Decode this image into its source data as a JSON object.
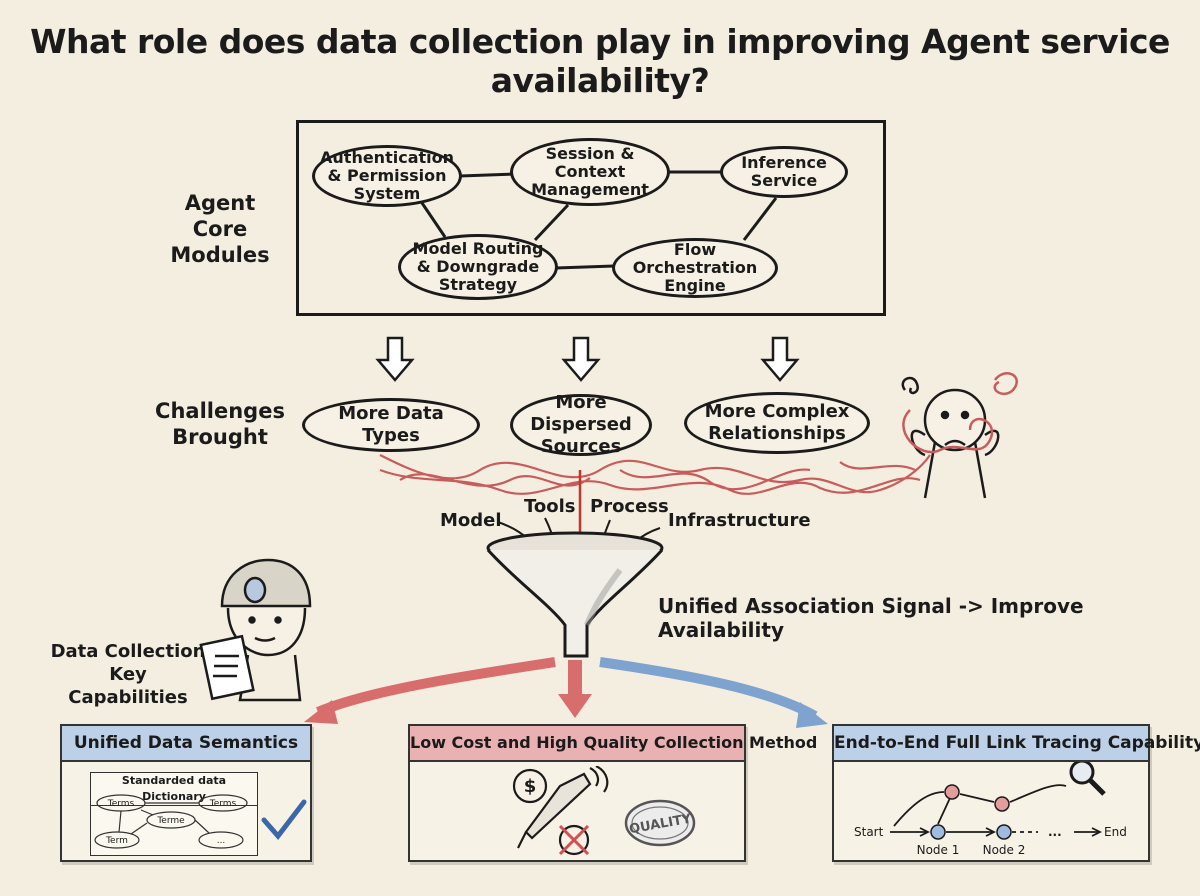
{
  "title": "What role does data collection play in improving Agent service availability?",
  "labels": {
    "core_modules": [
      "Agent",
      "Core Modules"
    ],
    "challenges": [
      "Challenges",
      "Brought"
    ],
    "capabilities": [
      "Data Collection",
      "Key Capabilities"
    ]
  },
  "modules": [
    {
      "lines": [
        "Authentication",
        "& Permission",
        "System"
      ]
    },
    {
      "lines": [
        "Session &",
        "Context",
        "Management"
      ]
    },
    {
      "lines": [
        "Inference",
        "Service"
      ]
    },
    {
      "lines": [
        "Model Routing",
        "& Downgrade",
        "Strategy"
      ]
    },
    {
      "lines": [
        "Flow Orchestration",
        "Engine"
      ]
    }
  ],
  "challenges": [
    {
      "lines": [
        "More Data Types"
      ]
    },
    {
      "lines": [
        "More Dispersed",
        "Sources"
      ]
    },
    {
      "lines": [
        "More Complex",
        "Relationships"
      ]
    }
  ],
  "funnel_inputs": [
    "Model",
    "Tools",
    "Process",
    "Infrastructure"
  ],
  "signal": "Unified Association Signal -> Improve Availability",
  "panels": [
    {
      "title": "Unified Data Semantics",
      "header_color": "#bcd0e8"
    },
    {
      "title": "Low Cost and High Quality Collection Method",
      "header_color": "#e9b1b1"
    },
    {
      "title": "End-to-End Full Link Tracing Capability",
      "header_color": "#bcd0e8"
    }
  ],
  "dictionary": {
    "title": "Standarded data Dictionary",
    "terms": [
      "Terms",
      "Terms",
      "Terme",
      "Term",
      "..."
    ]
  },
  "quality_stamp": "QUALITY",
  "trace": {
    "start": "Start",
    "end": "End",
    "ellipsis": "...",
    "nodes": [
      "Node 1",
      "Node 2"
    ]
  },
  "icons": [
    "dollar-icon",
    "pen-icon",
    "crossed-circle-icon",
    "quality-stamp-icon",
    "magnifier-icon",
    "checkmark-icon",
    "down-arrow-icon",
    "funnel-icon"
  ]
}
